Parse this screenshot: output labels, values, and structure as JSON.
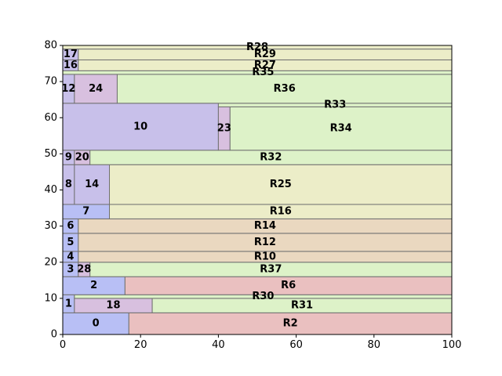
{
  "chart_data": {
    "type": "treemap",
    "xlim": [
      0,
      100
    ],
    "ylim": [
      0,
      80
    ],
    "xticks": [
      0,
      20,
      40,
      60,
      80,
      100
    ],
    "yticks": [
      0,
      10,
      20,
      30,
      40,
      50,
      60,
      70,
      80
    ],
    "grid": false,
    "colors": {
      "blue": "#b8bff5",
      "lavender": "#c8c0ea",
      "mauve": "#d8c0df",
      "green": "#ddf2c8",
      "olive": "#ecedc8",
      "tan": "#ead8c0",
      "pink": "#eac0c0",
      "edge": "#707070"
    },
    "rects": [
      {
        "label": "0",
        "x0": 0,
        "x1": 17,
        "y0": 0,
        "y1": 6,
        "color": "blue"
      },
      {
        "label": "R2",
        "x0": 17,
        "x1": 100,
        "y0": 0,
        "y1": 6,
        "color": "pink"
      },
      {
        "label": "1",
        "x0": 0,
        "x1": 3,
        "y0": 6,
        "y1": 11,
        "color": "blue"
      },
      {
        "label": "18",
        "x0": 3,
        "x1": 23,
        "y0": 6,
        "y1": 10,
        "color": "mauve"
      },
      {
        "label": "R31",
        "x0": 23,
        "x1": 100,
        "y0": 6,
        "y1": 10,
        "color": "green"
      },
      {
        "label": "R30",
        "x0": 3,
        "x1": 100,
        "y0": 10,
        "y1": 11,
        "color": "green"
      },
      {
        "label": "2",
        "x0": 0,
        "x1": 16,
        "y0": 11,
        "y1": 16,
        "color": "blue"
      },
      {
        "label": "R6",
        "x0": 16,
        "x1": 100,
        "y0": 11,
        "y1": 16,
        "color": "pink"
      },
      {
        "label": "3",
        "x0": 0,
        "x1": 4,
        "y0": 16,
        "y1": 20,
        "color": "blue"
      },
      {
        "label": "28",
        "x0": 4,
        "x1": 7,
        "y0": 16,
        "y1": 20,
        "color": "mauve"
      },
      {
        "label": "R37",
        "x0": 7,
        "x1": 100,
        "y0": 16,
        "y1": 20,
        "color": "green"
      },
      {
        "label": "4",
        "x0": 0,
        "x1": 4,
        "y0": 20,
        "y1": 23,
        "color": "blue"
      },
      {
        "label": "R10",
        "x0": 4,
        "x1": 100,
        "y0": 20,
        "y1": 23,
        "color": "tan"
      },
      {
        "label": "5",
        "x0": 0,
        "x1": 4,
        "y0": 23,
        "y1": 28,
        "color": "blue"
      },
      {
        "label": "R12",
        "x0": 4,
        "x1": 100,
        "y0": 23,
        "y1": 28,
        "color": "tan"
      },
      {
        "label": "6",
        "x0": 0,
        "x1": 4,
        "y0": 28,
        "y1": 32,
        "color": "blue"
      },
      {
        "label": "R14",
        "x0": 4,
        "x1": 100,
        "y0": 28,
        "y1": 32,
        "color": "tan"
      },
      {
        "label": "7",
        "x0": 0,
        "x1": 12,
        "y0": 32,
        "y1": 36,
        "color": "blue"
      },
      {
        "label": "R16",
        "x0": 12,
        "x1": 100,
        "y0": 32,
        "y1": 36,
        "color": "olive"
      },
      {
        "label": "8",
        "x0": 0,
        "x1": 3,
        "y0": 36,
        "y1": 47,
        "color": "lavender"
      },
      {
        "label": "14",
        "x0": 3,
        "x1": 12,
        "y0": 36,
        "y1": 47,
        "color": "lavender"
      },
      {
        "label": "R25",
        "x0": 12,
        "x1": 100,
        "y0": 36,
        "y1": 47,
        "color": "olive"
      },
      {
        "label": "9",
        "x0": 0,
        "x1": 3,
        "y0": 47,
        "y1": 51,
        "color": "lavender"
      },
      {
        "label": "20",
        "x0": 3,
        "x1": 7,
        "y0": 47,
        "y1": 51,
        "color": "mauve"
      },
      {
        "label": "R32",
        "x0": 7,
        "x1": 100,
        "y0": 47,
        "y1": 51,
        "color": "green"
      },
      {
        "label": "10",
        "x0": 0,
        "x1": 40,
        "y0": 51,
        "y1": 64,
        "color": "lavender"
      },
      {
        "label": "23",
        "x0": 40,
        "x1": 43,
        "y0": 51,
        "y1": 63,
        "color": "mauve"
      },
      {
        "label": "R34",
        "x0": 43,
        "x1": 100,
        "y0": 51,
        "y1": 63,
        "color": "green"
      },
      {
        "label": "R33",
        "x0": 40,
        "x1": 100,
        "y0": 63,
        "y1": 64,
        "color": "green"
      },
      {
        "label": "12",
        "x0": 0,
        "x1": 3,
        "y0": 64,
        "y1": 72,
        "color": "lavender"
      },
      {
        "label": "24",
        "x0": 3,
        "x1": 14,
        "y0": 64,
        "y1": 72,
        "color": "mauve"
      },
      {
        "label": "R36",
        "x0": 14,
        "x1": 100,
        "y0": 64,
        "y1": 72,
        "color": "green"
      },
      {
        "label": "R35",
        "x0": 0,
        "x1": 100,
        "y0": 72,
        "y1": 73,
        "color": "green"
      },
      {
        "label": "16",
        "x0": 0,
        "x1": 4,
        "y0": 73,
        "y1": 76,
        "color": "lavender"
      },
      {
        "label": "R27",
        "x0": 4,
        "x1": 100,
        "y0": 73,
        "y1": 76,
        "color": "olive"
      },
      {
        "label": "17",
        "x0": 0,
        "x1": 4,
        "y0": 76,
        "y1": 79,
        "color": "lavender"
      },
      {
        "label": "R29",
        "x0": 4,
        "x1": 100,
        "y0": 76,
        "y1": 79,
        "color": "olive"
      },
      {
        "label": "R28",
        "x0": 0,
        "x1": 100,
        "y0": 79,
        "y1": 80,
        "color": "olive"
      }
    ],
    "labels": [
      {
        "text": "0",
        "x": 8.5,
        "y": 3
      },
      {
        "text": "R2",
        "x": 58.5,
        "y": 3
      },
      {
        "text": "1",
        "x": 1.5,
        "y": 8.5
      },
      {
        "text": "18",
        "x": 13,
        "y": 8
      },
      {
        "text": "R31",
        "x": 61.5,
        "y": 8
      },
      {
        "text": "R30",
        "x": 51.5,
        "y": 10.5
      },
      {
        "text": "2",
        "x": 8,
        "y": 13.5
      },
      {
        "text": "R6",
        "x": 58,
        "y": 13.5
      },
      {
        "text": "3",
        "x": 2,
        "y": 18
      },
      {
        "text": "28",
        "x": 5.5,
        "y": 18
      },
      {
        "text": "R37",
        "x": 53.5,
        "y": 18
      },
      {
        "text": "4",
        "x": 2,
        "y": 21.5
      },
      {
        "text": "R10",
        "x": 52,
        "y": 21.5
      },
      {
        "text": "5",
        "x": 2,
        "y": 25.5
      },
      {
        "text": "R12",
        "x": 52,
        "y": 25.5
      },
      {
        "text": "6",
        "x": 2,
        "y": 30
      },
      {
        "text": "R14",
        "x": 52,
        "y": 30
      },
      {
        "text": "7",
        "x": 6,
        "y": 34
      },
      {
        "text": "R16",
        "x": 56,
        "y": 34
      },
      {
        "text": "8",
        "x": 1.5,
        "y": 41.5
      },
      {
        "text": "14",
        "x": 7.5,
        "y": 41.5
      },
      {
        "text": "R25",
        "x": 56,
        "y": 41.5
      },
      {
        "text": "9",
        "x": 1.5,
        "y": 49
      },
      {
        "text": "20",
        "x": 5,
        "y": 49
      },
      {
        "text": "R32",
        "x": 53.5,
        "y": 49
      },
      {
        "text": "10",
        "x": 20,
        "y": 57.5
      },
      {
        "text": "23",
        "x": 41.5,
        "y": 57
      },
      {
        "text": "R34",
        "x": 71.5,
        "y": 57
      },
      {
        "text": "R33",
        "x": 70,
        "y": 63.5
      },
      {
        "text": "12",
        "x": 1.5,
        "y": 68
      },
      {
        "text": "24",
        "x": 8.5,
        "y": 68
      },
      {
        "text": "R36",
        "x": 57,
        "y": 68
      },
      {
        "text": "R35",
        "x": 51.5,
        "y": 72.5
      },
      {
        "text": "16",
        "x": 2,
        "y": 74.5
      },
      {
        "text": "R27",
        "x": 52,
        "y": 74.5
      },
      {
        "text": "17",
        "x": 2,
        "y": 77.5
      },
      {
        "text": "R29",
        "x": 52,
        "y": 77.5
      },
      {
        "text": "R28",
        "x": 50,
        "y": 79.5
      }
    ]
  }
}
